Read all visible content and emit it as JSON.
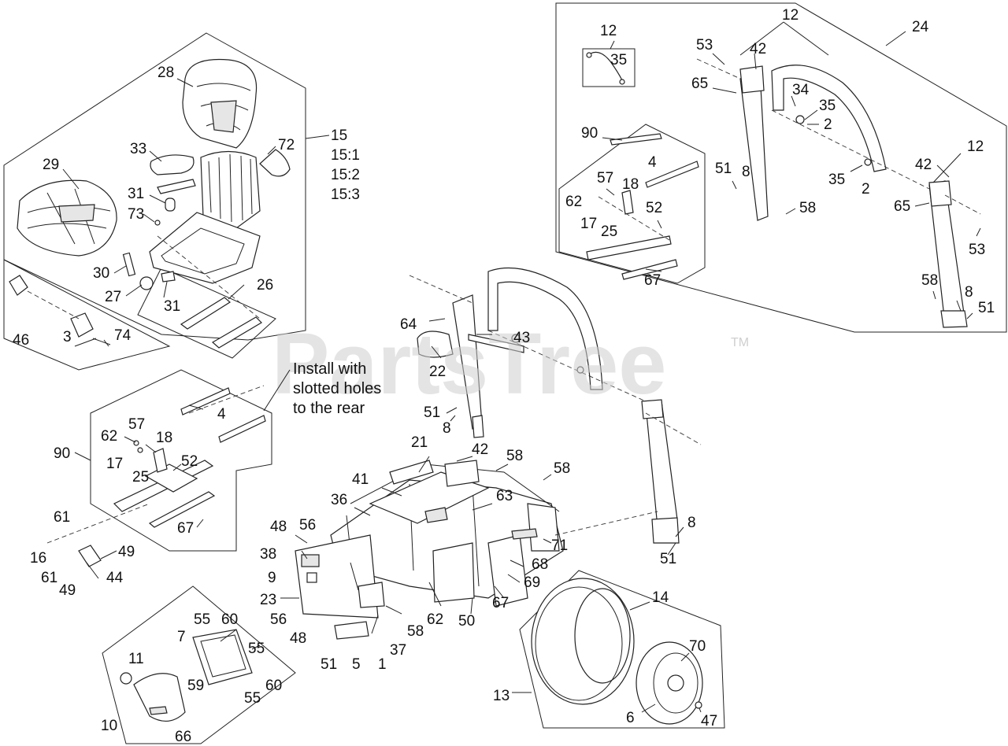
{
  "watermark": {
    "text": "PartsTree",
    "trademark": "TM"
  },
  "note": {
    "lines": [
      "Install with",
      "slotted holes",
      "to the rear"
    ]
  },
  "seat_group": {
    "callout": "15",
    "variants": [
      "15:1",
      "15:2",
      "15:3"
    ]
  },
  "callouts": {
    "c28": "28",
    "c29": "29",
    "c33": "33",
    "c72": "72",
    "c31a": "31",
    "c73": "73",
    "c30": "30",
    "c27": "27",
    "c31b": "31",
    "c26": "26",
    "c46": "46",
    "c3": "3",
    "c74": "74",
    "c4a": "4",
    "c90a": "90",
    "c57a": "57",
    "c62a": "62",
    "c18a": "18",
    "c17a": "17",
    "c25a": "25",
    "c52a": "52",
    "c67a": "67",
    "c61a": "61",
    "c16": "16",
    "c49a": "49",
    "c61b": "61",
    "c49b": "49",
    "c44": "44",
    "c48a": "48",
    "c56a": "56",
    "c38": "38",
    "c9": "9",
    "c23": "23",
    "c56b": "56",
    "c48b": "48",
    "c51a": "51",
    "c5": "5",
    "c1": "1",
    "c37": "37",
    "c58a": "58",
    "c62b": "62",
    "c50": "50",
    "c67b": "67",
    "c55a": "55",
    "c60a": "60",
    "c7": "7",
    "c55b": "55",
    "c11": "11",
    "c59": "59",
    "c60b": "60",
    "c55c": "55",
    "c10": "10",
    "c66": "66",
    "c64": "64",
    "c22": "22",
    "c43": "43",
    "c51b": "51",
    "c8a": "8",
    "c21": "21",
    "c42a": "42",
    "c58b": "58",
    "c58c": "58",
    "c41": "41",
    "c36": "36",
    "c63": "63",
    "c71": "71",
    "c68": "68",
    "c69": "69",
    "c8b": "8",
    "c51c": "51",
    "c14": "14",
    "c70": "70",
    "c13": "13",
    "c6": "6",
    "c47": "47",
    "c12a": "12",
    "c35a": "35",
    "c12b": "12",
    "c24": "24",
    "c53a": "53",
    "c42b": "42",
    "c65a": "65",
    "c34": "34",
    "c35b": "35",
    "c2a": "2",
    "c90b": "90",
    "c4b": "4",
    "c57b": "57",
    "c62c": "62",
    "c18b": "18",
    "c17b": "17",
    "c25b": "25",
    "c52b": "52",
    "c67c": "67",
    "c51d": "51",
    "c8c": "8",
    "c58d": "58",
    "c35c": "35",
    "c2b": "2",
    "c12c": "12",
    "c42c": "42",
    "c65b": "65",
    "c53b": "53",
    "c58e": "58",
    "c8d": "8",
    "c51e": "51"
  },
  "colors": {
    "line": "#222222",
    "watermark": "#cfcfcf"
  }
}
